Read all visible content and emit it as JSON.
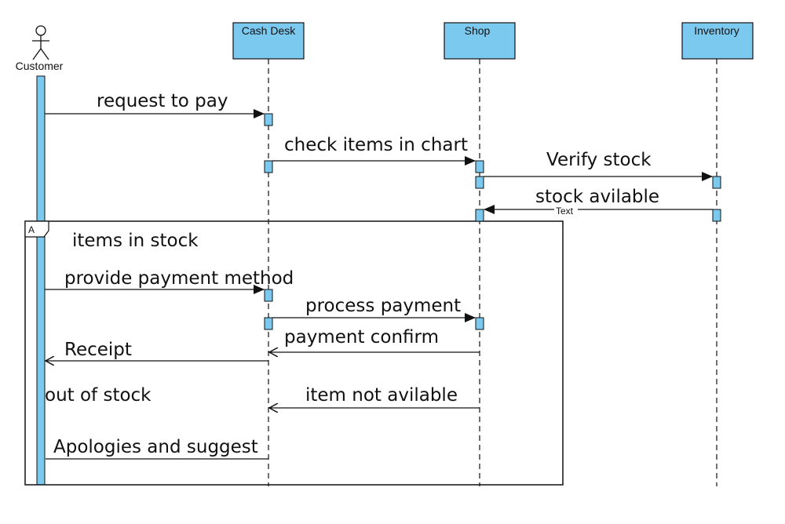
{
  "actor": {
    "name": "Customer"
  },
  "lifelines": [
    {
      "id": "cashdesk",
      "name": "Cash Desk"
    },
    {
      "id": "shop",
      "name": "Shop"
    },
    {
      "id": "inventory",
      "name": "Inventory"
    }
  ],
  "fragment": {
    "operator": "A",
    "guard": "items in stock"
  },
  "messages": {
    "request_to_pay": "request to pay",
    "check_items": "check items in chart",
    "verify_stock": "Verify stock",
    "stock_available": "stock avilable",
    "return_tag": "Text",
    "provide_payment": "provide payment method",
    "process_payment": "process payment",
    "payment_confirm": "payment confirm",
    "receipt": "Receipt",
    "out_of_stock": "out of stock",
    "item_not_available": "item not avilable",
    "apologies": "Apologies and suggest"
  },
  "colors": {
    "lifeline_head": "#7cc9f0",
    "activation": "#7cc9f0",
    "line": "#111111",
    "background": "#ffffff"
  }
}
